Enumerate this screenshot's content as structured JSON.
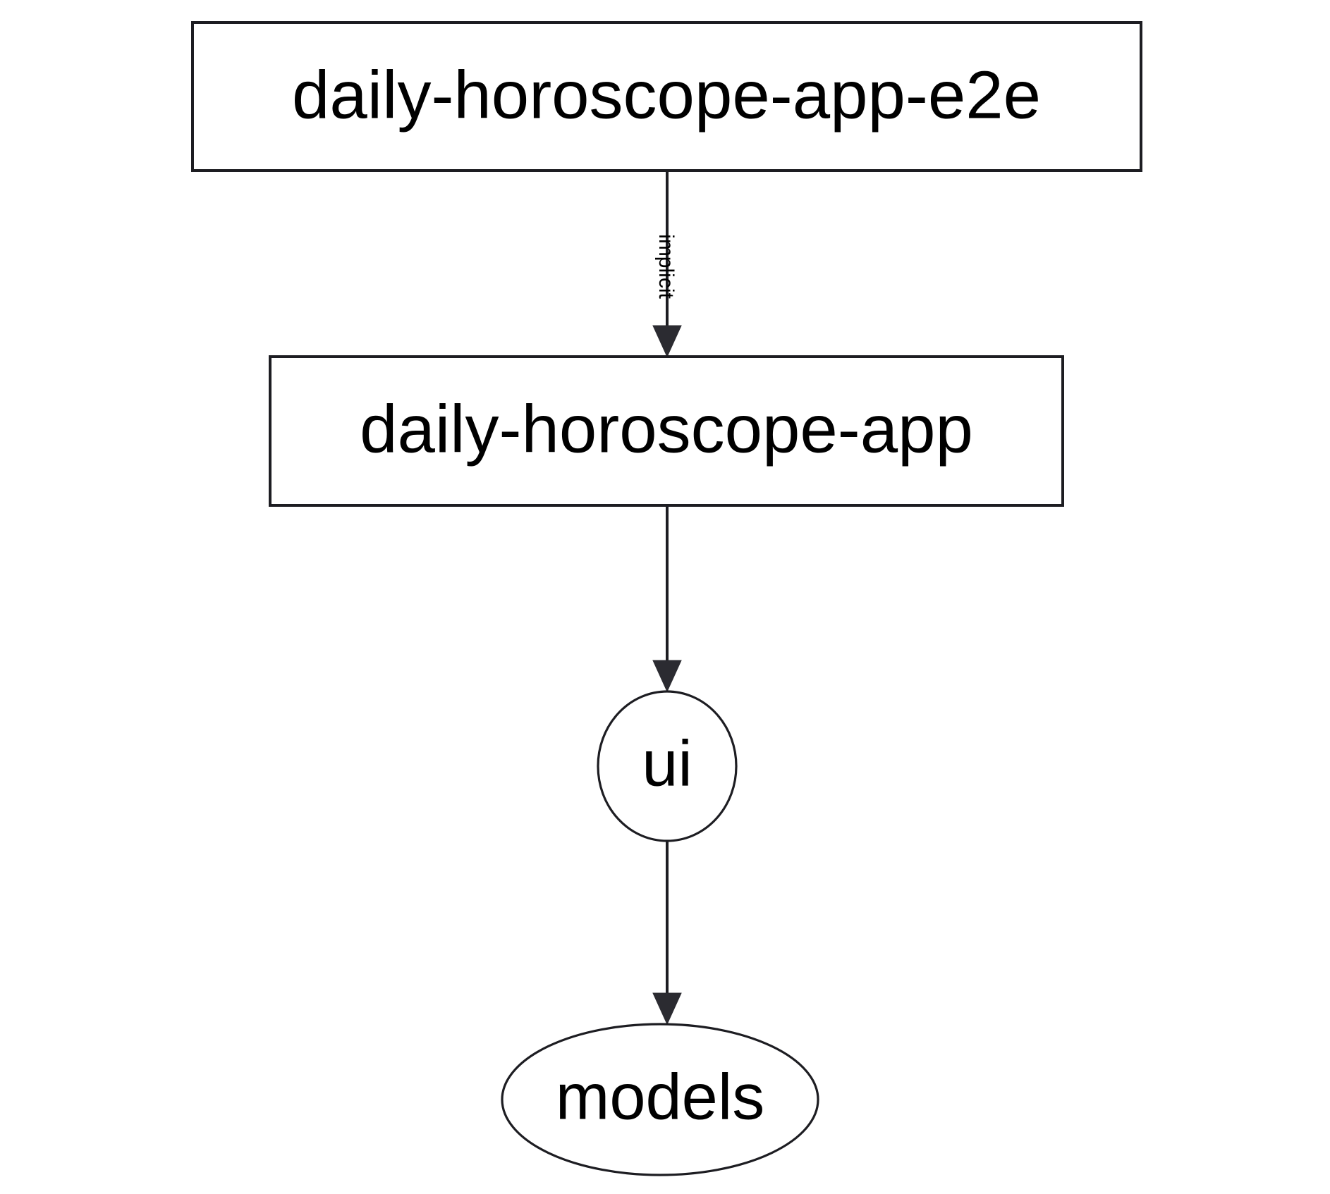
{
  "diagram": {
    "type": "dependency-graph",
    "background_color": "#ffffff",
    "stroke_color": "#1d1d22",
    "text_color": "#000000",
    "nodes": [
      {
        "id": "daily-horoscope-app-e2e",
        "label": "daily-horoscope-app-e2e",
        "shape": "rectangle"
      },
      {
        "id": "daily-horoscope-app",
        "label": "daily-horoscope-app",
        "shape": "rectangle"
      },
      {
        "id": "ui",
        "label": "ui",
        "shape": "ellipse"
      },
      {
        "id": "models",
        "label": "models",
        "shape": "ellipse"
      }
    ],
    "edges": [
      {
        "from": "daily-horoscope-app-e2e",
        "to": "daily-horoscope-app",
        "label": "implicit",
        "direction": "down"
      },
      {
        "from": "daily-horoscope-app",
        "to": "ui",
        "label": "",
        "direction": "down"
      },
      {
        "from": "ui",
        "to": "models",
        "label": "",
        "direction": "down"
      }
    ]
  }
}
